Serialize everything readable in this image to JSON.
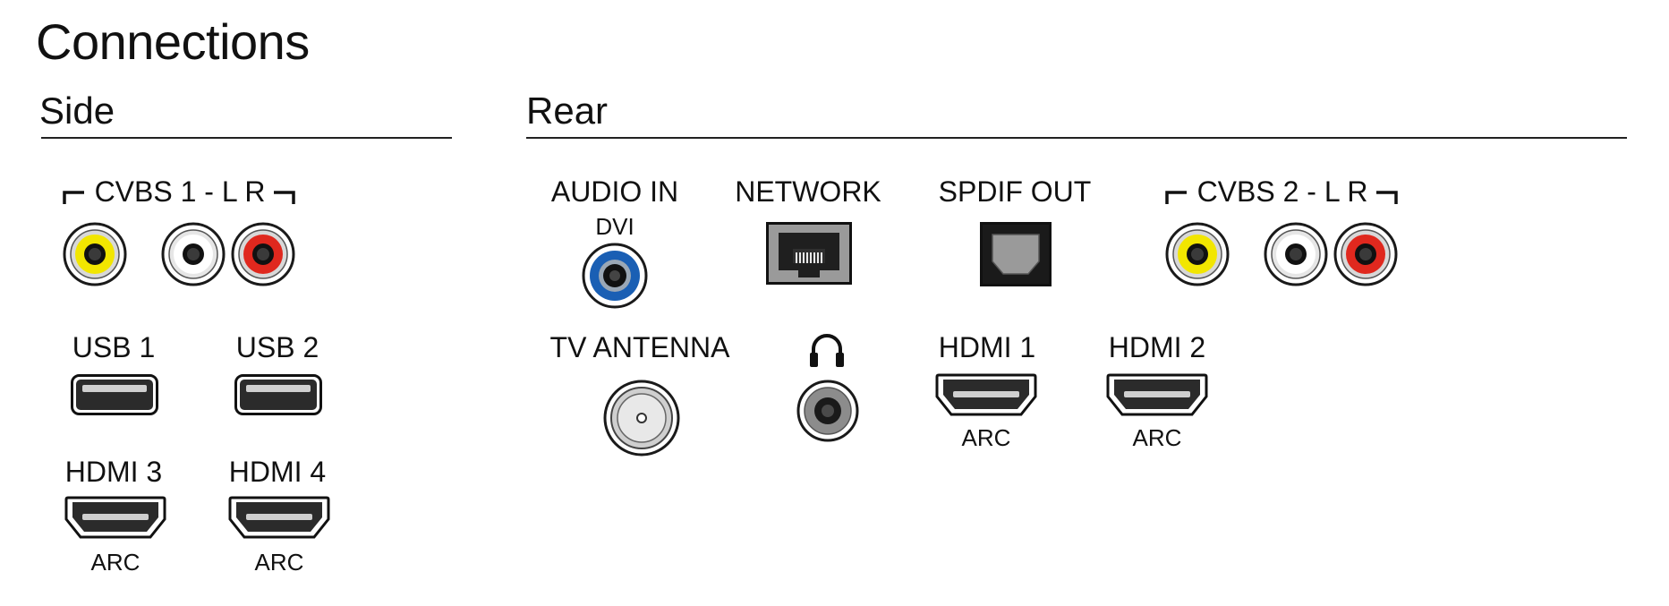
{
  "title": "Connections",
  "sections": {
    "side": "Side",
    "rear": "Rear"
  },
  "side": {
    "cvbs1": "CVBS 1 - L R",
    "usb1": "USB 1",
    "usb2": "USB 2",
    "hdmi3": "HDMI 3",
    "hdmi4": "HDMI 4",
    "hdmi3_sub": "ARC",
    "hdmi4_sub": "ARC"
  },
  "rear": {
    "audio_in": "AUDIO IN",
    "audio_in_sub": "DVI",
    "network": "NETWORK",
    "spdif_out": "SPDIF OUT",
    "cvbs2": "CVBS 2 - L R",
    "tv_antenna": "TV ANTENNA",
    "hdmi1": "HDMI 1",
    "hdmi2": "HDMI 2",
    "hdmi1_sub": "ARC",
    "hdmi2_sub": "ARC"
  },
  "icons": {
    "headphone": "headphone-icon",
    "rca": "rca-jack-icon",
    "usb": "usb-port-icon",
    "hdmi": "hdmi-port-icon",
    "ethernet": "ethernet-port-icon",
    "optical": "optical-port-icon",
    "coax": "coax-antenna-port-icon",
    "minijack": "audio-minijack-icon"
  },
  "colors": {
    "video_yellow": "#f2e600",
    "audio_white": "#ffffff",
    "audio_red": "#e0281e",
    "audio_in_blue": "#1a5fb4",
    "port_dark": "#2b2b2b",
    "rule": "#222222"
  }
}
